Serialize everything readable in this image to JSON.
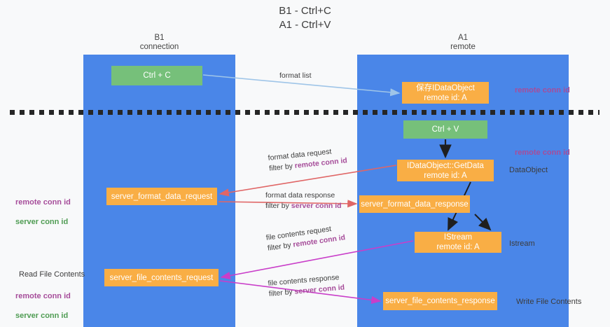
{
  "title": "B1 - Ctrl+C\nA1 - Ctrl+V",
  "columns": {
    "left": {
      "header": "B1\nconnection"
    },
    "right": {
      "header": "A1\nremote"
    }
  },
  "nodes": {
    "ctrl_c": "Ctrl + C",
    "data_object": "保存IDataObject\nremote id: A",
    "ctrl_v": "Ctrl + V",
    "get_data": "IDataObject::GetData\nremote id: A",
    "server_format_data_request": "server_format_data_request",
    "server_format_data_response": "server_format_data_response",
    "istream": "IStream\nremote id: A",
    "server_file_contents_request": "server_file_contents_request",
    "server_file_contents_response": "server_file_contents_response"
  },
  "flows": {
    "format_list": "format list",
    "format_data_request": "format data request",
    "format_data_request_filter_prefix": "filter by ",
    "format_data_request_filter_key": "remote conn id",
    "format_data_response": "format data response",
    "format_data_response_filter_prefix": "filter by ",
    "format_data_response_filter_key": "server conn id",
    "file_contents_request": "file contents request",
    "file_contents_request_filter_prefix": "filter by ",
    "file_contents_request_filter_key": "remote conn id",
    "file_contents_response": "file contents response",
    "file_contents_response_filter_prefix": "filter by ",
    "file_contents_response_filter_key": "server conn id"
  },
  "right_labels": {
    "remote_conn_id_top": "remote conn id",
    "remote_conn_id_mid": "remote conn id",
    "data_object": "DataObject",
    "istream": "Istream",
    "write_file_contents": "Write File Contents"
  },
  "left_labels": {
    "remote_conn_id_mid": "remote conn id",
    "server_conn_id_mid": "server conn id",
    "read_file_contents": "Read File Contents",
    "remote_conn_id_bottom": "remote conn id",
    "server_conn_id_bottom": "server conn id"
  },
  "colors": {
    "lane": "#4a86e8",
    "node_green": "#76c07a",
    "node_orange": "#f9ae45",
    "purple": "#a64d9a",
    "green_text": "#4f9c53",
    "arrow_blue": "#9fc5e8",
    "arrow_red": "#e06666",
    "arrow_magenta": "#c93ec9",
    "arrow_black": "#1f1f1f",
    "background": "#f8f9fa"
  }
}
